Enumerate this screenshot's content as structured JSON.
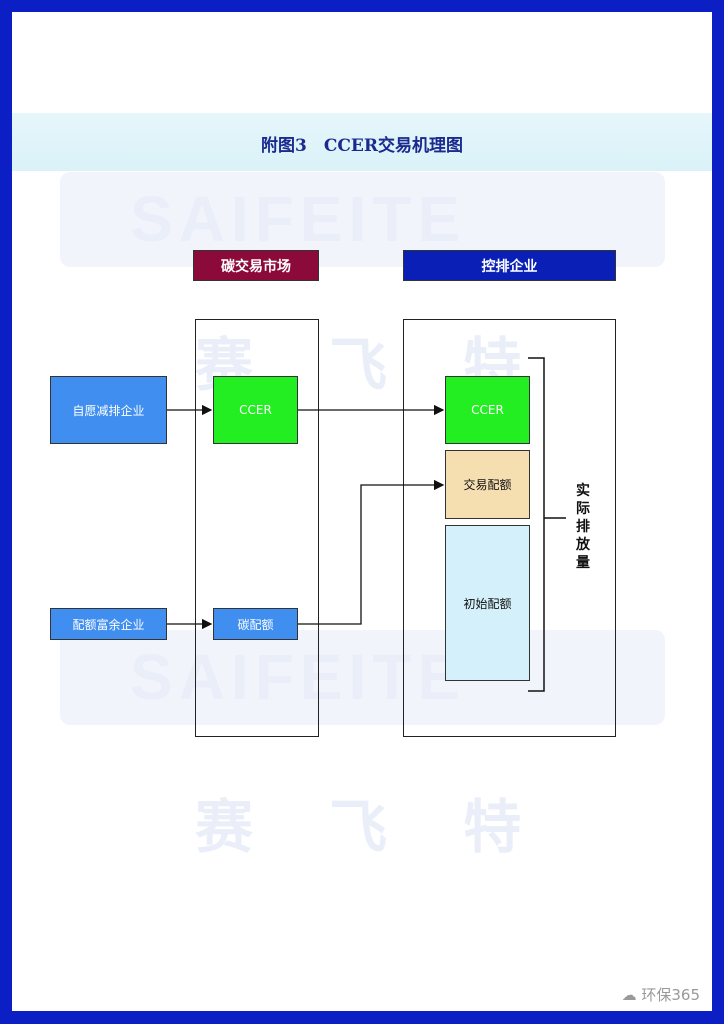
{
  "title": "附图3　CCER交易机理图",
  "watermark": {
    "latin": "SAIFEITE",
    "chinese": "赛 飞 特"
  },
  "headers": {
    "market": "碳交易市场",
    "enterprise": "控排企业"
  },
  "nodes": {
    "voluntary": "自愿减排企业",
    "surplus": "配额富余企业",
    "ccer_market": "CCER",
    "carbon_quota": "碳配额",
    "ccer_ent": "CCER",
    "traded_quota": "交易配额",
    "initial_quota": "初始配额"
  },
  "bracket_label": "实际排放量",
  "footer": "环保365",
  "colors": {
    "frame": "#0b1fc4",
    "market": "#8b0a3a",
    "enterprise": "#0a1fb5",
    "source": "#3f8ef0",
    "ccer": "#22ee22",
    "traded": "#f5deb0",
    "initial": "#d4f0fa"
  }
}
